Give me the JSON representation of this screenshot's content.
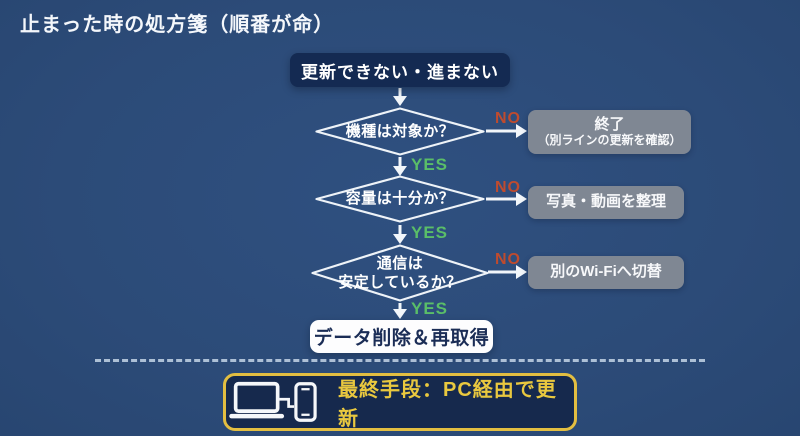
{
  "title": "止まった時の処方箋（順番が命）",
  "colors": {
    "background": "#2c4b78",
    "start_navy": "#142a52",
    "yes_green": "#5abe68",
    "no_red": "#bf4b2e",
    "action_gray": "#848a95",
    "result_white": "#fdfdfe",
    "accent_yellow": "#e3be41"
  },
  "flow": {
    "start_label": "更新できない・進まない",
    "decisions": [
      {
        "question": "機種は対象か？",
        "yes_label": "YES",
        "no_label": "NO",
        "action": "終了",
        "action_sub": "（別ラインの更新を確認）"
      },
      {
        "question": "容量は十分か？",
        "yes_label": "YES",
        "no_label": "NO",
        "action": "写真・動画を整理"
      },
      {
        "question_line1": "通信は",
        "question_line2": "安定しているか？",
        "yes_label": "YES",
        "no_label": "NO",
        "action": "別のWi-Fiへ切替"
      }
    ],
    "result_label": "データ削除＆再取得"
  },
  "footer": {
    "icon": "laptop-and-phone-icon",
    "label": "最終手段：PC経由で更新"
  }
}
